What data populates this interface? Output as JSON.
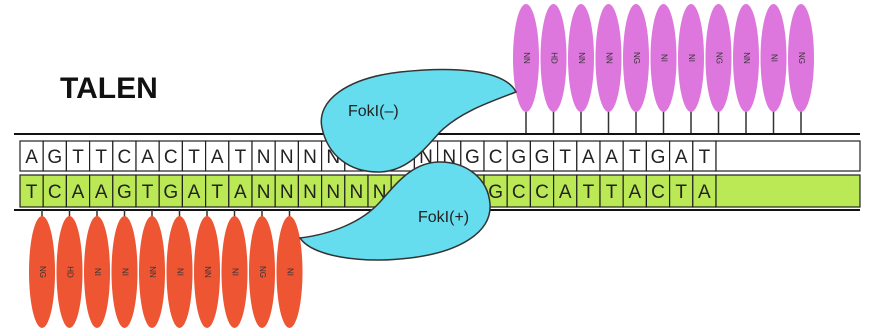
{
  "title": "TALEN",
  "top_strand": [
    "A",
    "G",
    "T",
    "T",
    "C",
    "A",
    "C",
    "T",
    "A",
    "T",
    "N",
    "N",
    "N",
    "N",
    "N",
    "N",
    "N",
    "N",
    "N",
    "G",
    "C",
    "G",
    "G",
    "T",
    "A",
    "A",
    "T",
    "G",
    "A",
    "T"
  ],
  "bottom_strand": [
    "T",
    "C",
    "A",
    "A",
    "G",
    "T",
    "G",
    "A",
    "T",
    "A",
    "N",
    "N",
    "N",
    "N",
    "N",
    "N",
    "N",
    "N",
    "N",
    "C",
    "G",
    "C",
    "C",
    "A",
    "T",
    "T",
    "A",
    "C",
    "T",
    "A"
  ],
  "right_tale": {
    "color": "#dd77dd",
    "rvds": [
      "NN",
      "HD",
      "NN",
      "NN",
      "NG",
      "NI",
      "NI",
      "NG",
      "NN",
      "NI",
      "NG"
    ]
  },
  "left_tale": {
    "color": "#ee5533",
    "rvds": [
      "NG",
      "HD",
      "NI",
      "NI",
      "NN",
      "NI",
      "NN",
      "NI",
      "NG",
      "NI"
    ]
  },
  "fokI_top": {
    "label": "FokI(–)",
    "color": "#66ddee"
  },
  "fokI_bottom": {
    "label": "FokI(+)",
    "color": "#66ddee"
  },
  "strand_colors": {
    "top_fill": "#ffffff",
    "bottom_fill": "#bbe855"
  }
}
